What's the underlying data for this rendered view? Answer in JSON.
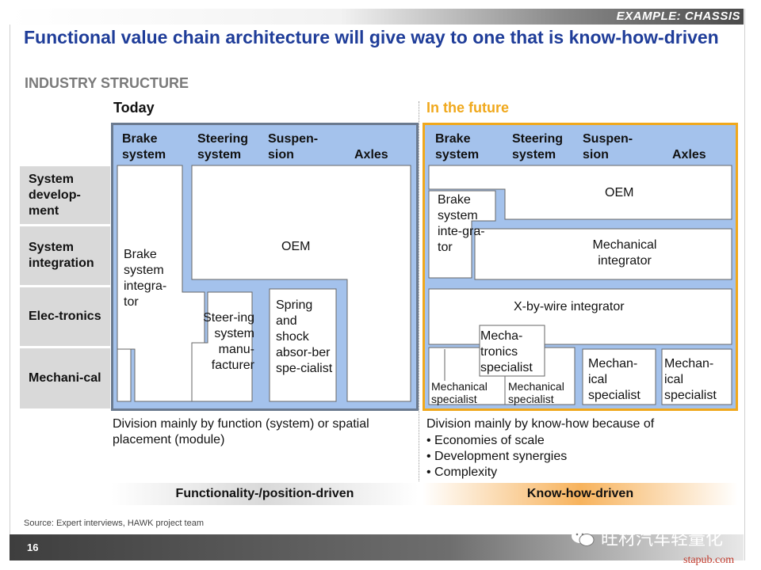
{
  "header": {
    "tag": "EXAMPLE: CHASSIS",
    "title": "Functional value chain architecture will give way to one that is know-how-driven",
    "subtitle": "INDUSTRY STRUCTURE"
  },
  "rows": [
    "System develop-ment",
    "System integration",
    "Elec-tronics",
    "Mechani-cal"
  ],
  "columns": [
    "Brake system",
    "Steering system",
    "Suspen-sion",
    "Axles"
  ],
  "today": {
    "heading": "Today",
    "cells": {
      "brake_integrator": "Brake system integra-tor",
      "oem": "OEM",
      "steering_manufacturer": "Steer-ing system manu-facturer",
      "spring_specialist": "Spring and shock absor-ber spe-cialist"
    },
    "note": "Division mainly by function (system) or spatial placement (module)",
    "band": "Functionality-/position-driven"
  },
  "future": {
    "heading": "In the future",
    "cells": {
      "oem": "OEM",
      "brake_integrator": "Brake system inte-gra-tor",
      "mechanical_integrator": "Mechanical integrator",
      "xbywire": "X-by-wire integrator",
      "mechatronics": "Mecha-tronics specialist",
      "mech_spec_1": "Mechanical specialist",
      "mech_spec_2": "Mechanical specialist",
      "mech_spec_3": "Mechan-ical specialist",
      "mech_spec_4": "Mechan-ical specialist"
    },
    "note": "Division mainly by know-how because of",
    "bullets": [
      "Economies of scale",
      "Development synergies",
      "Complexity"
    ],
    "band": "Know-how-driven"
  },
  "footer": {
    "source": "Source: Expert interviews, HAWK project team",
    "page": "16",
    "watermark": "旺材汽车轻量化",
    "url": "stapub.com"
  },
  "colors": {
    "title": "#1f3d99",
    "panel_fill": "#a4c2ec",
    "today_border": "#6b7a8f",
    "future_border": "#f0a81c",
    "future_heading": "#f0a81c"
  }
}
